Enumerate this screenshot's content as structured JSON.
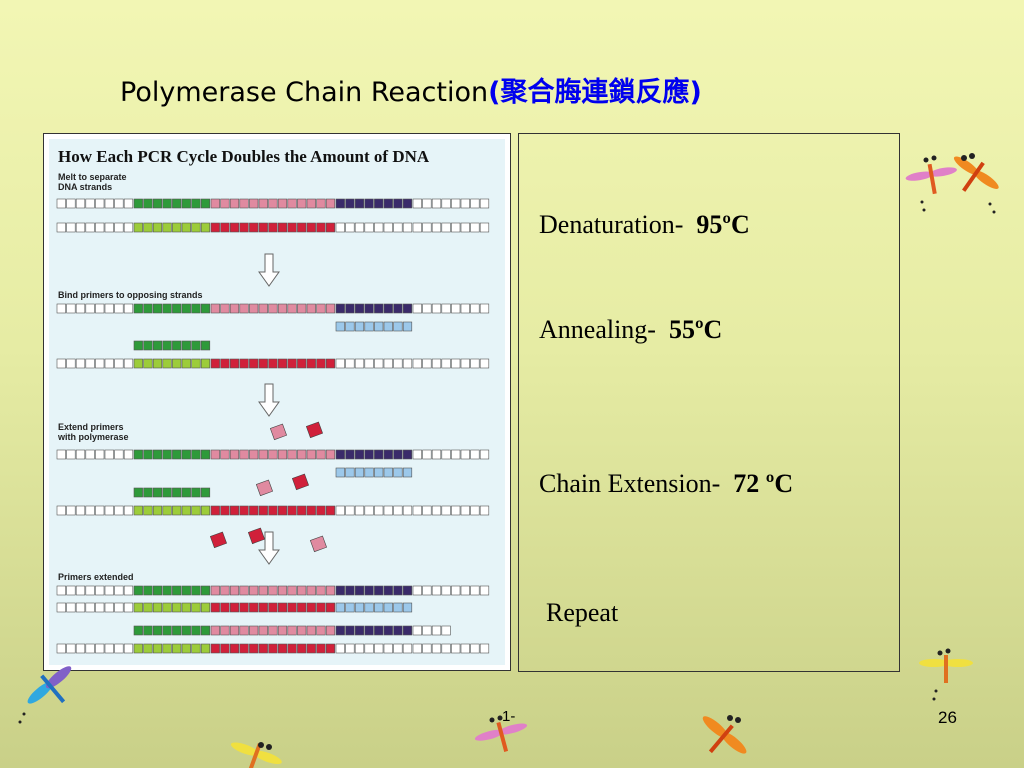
{
  "slide": {
    "title": "Polymerase Chain Reaction",
    "title_cn": "(聚合脢連鎖反應)",
    "figure": {
      "heading": "How Each PCR Cycle Doubles the Amount of DNA",
      "label_melt_1": "Melt to separate",
      "label_melt_2": "DNA strands",
      "label_bind": "Bind primers to opposing strands",
      "label_extend_1": "Extend primers",
      "label_extend_2": "with polymerase",
      "label_extended": "Primers extended"
    },
    "steps": [
      {
        "name": "Denaturation-",
        "temp": "95ºC"
      },
      {
        "name": "Annealing-",
        "temp": "55ºC"
      },
      {
        "name": "Chain Extension-",
        "temp": "72 ºC"
      },
      {
        "name": "Repeat",
        "temp": ""
      }
    ],
    "footer_mark": "1-",
    "slide_number": "26"
  },
  "colors": {
    "green_dark": "#2e9a3a",
    "green_light": "#9ccc3a",
    "pink": "#e08aa0",
    "red": "#d0203a",
    "navy": "#3a2a6a",
    "lightblue": "#9cc8ea",
    "title_cn": "#0000ee"
  }
}
